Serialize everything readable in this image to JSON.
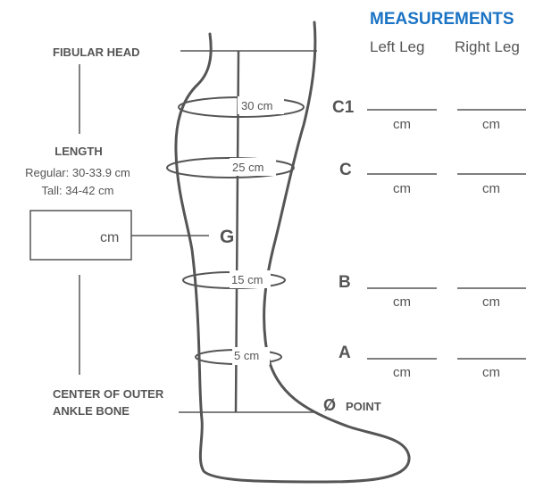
{
  "heading": {
    "title": "MEASUREMENTS",
    "left_col": "Left Leg",
    "right_col": "Right Leg"
  },
  "labels": {
    "fibular_head": "FIBULAR HEAD",
    "length_title": "LENGTH",
    "length_regular": "Regular: 30-33.9 cm",
    "length_tall": "Tall: 34-42 cm",
    "length_box_unit": "cm",
    "g_letter": "G",
    "ankle_line1": "CENTER OF OUTER",
    "ankle_line2": "ANKLE BONE",
    "point_symbol": "Ø",
    "point_text": "POINT"
  },
  "circumferences": [
    {
      "letter": "C1",
      "level": "30 cm",
      "left_unit": "cm",
      "right_unit": "cm"
    },
    {
      "letter": "C",
      "level": "25 cm",
      "left_unit": "cm",
      "right_unit": "cm"
    },
    {
      "letter": "B",
      "level": "15 cm",
      "left_unit": "cm",
      "right_unit": "cm"
    },
    {
      "letter": "A",
      "level": "5 cm",
      "left_unit": "cm",
      "right_unit": "cm"
    }
  ],
  "colors": {
    "title": "#1a73c4",
    "text": "#555555",
    "lines": "#555555"
  }
}
